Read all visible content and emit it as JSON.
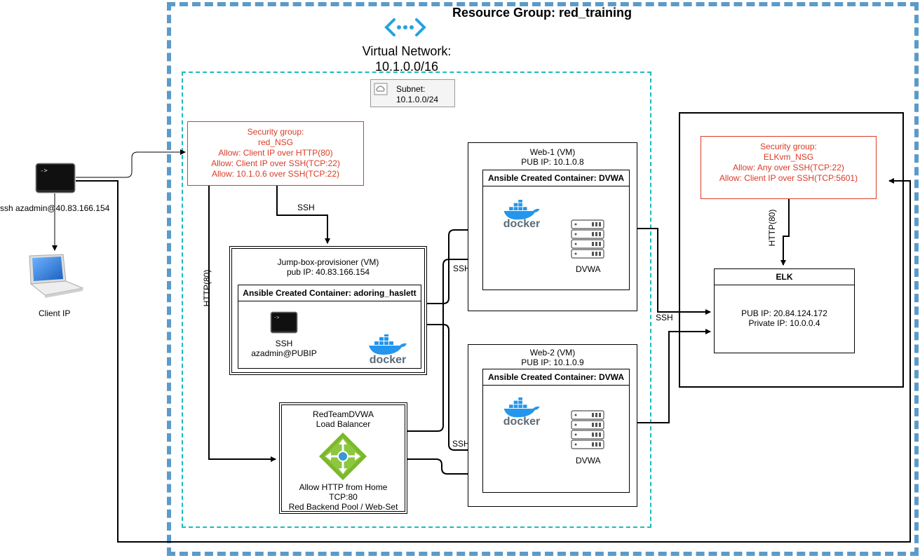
{
  "resource_group": {
    "title": "Resource Group: red_training"
  },
  "vnet": {
    "title": "Virtual Network:",
    "cidr": "10.1.0.0/16"
  },
  "subnet": {
    "title": "Subnet:",
    "cidr": "10.1.0.0/24"
  },
  "client": {
    "ssh_command": "ssh azadmin@40.83.166.154",
    "label": "Client IP"
  },
  "red_nsg": {
    "lines": [
      "Security group:",
      "red_NSG",
      "Allow: Client IP over HTTP(80)",
      "Allow: Client IP over SSH(TCP:22)",
      "Allow: 10.1.0.6 over SSH(TCP:22)"
    ]
  },
  "jump_box": {
    "title": "Jump-box-provisioner (VM)",
    "ip": "pub IP: 40.83.166.154",
    "container": "Ansible Created Container: adoring_haslett",
    "ssh_label": "SSH",
    "ssh_target": "azadmin@PUBIP"
  },
  "web1": {
    "title": "Web-1 (VM)",
    "ip": "PUB IP: 10.1.0.8",
    "container": "Ansible Created Container: DVWA",
    "app": "DVWA"
  },
  "web2": {
    "title": "Web-2 (VM)",
    "ip": "PUB IP: 10.1.0.9",
    "container": "Ansible Created Container: DVWA",
    "app": "DVWA"
  },
  "load_balancer": {
    "title": "RedTeamDVWA",
    "subtitle": "Load Balancer",
    "lines": [
      "Allow HTTP from Home",
      "TCP:80",
      "Red Backend Pool / Web-Set"
    ]
  },
  "elk_nsg": {
    "lines": [
      "Security group:",
      "ELKvm_NSG",
      "Allow: Any over SSH(TCP:22)",
      "Allow: Client IP over SSH(TCP:5601)"
    ]
  },
  "elk": {
    "title": "ELK",
    "pub_ip": "PUB IP: 20.84.124.172",
    "private_ip": "Private IP: 10.0.0.4"
  },
  "edge_labels": {
    "ssh_nsg_to_jump": "SSH",
    "http_left": "HTTP(80)",
    "ssh_jump_web1": "SSH",
    "ssh_jump_web2": "SSH",
    "ssh_elk": "SSH",
    "http_elk": "HTTP(80)"
  },
  "icons": {
    "docker": "docker",
    "docker_word": "docker",
    "terminal": "terminal-icon",
    "server": "server-rack-icon",
    "laptop": "laptop-icon",
    "vnet": "virtual-network-icon",
    "subnet": "subnet-cloud-icon",
    "lb": "load-balancer-icon"
  },
  "colors": {
    "rg_border": "#5b9bc9",
    "subnet_border": "#1bbcbc",
    "nsg_text": "#d93b26",
    "docker_blue": "#2496ed",
    "lb_green": "#7ab829"
  }
}
